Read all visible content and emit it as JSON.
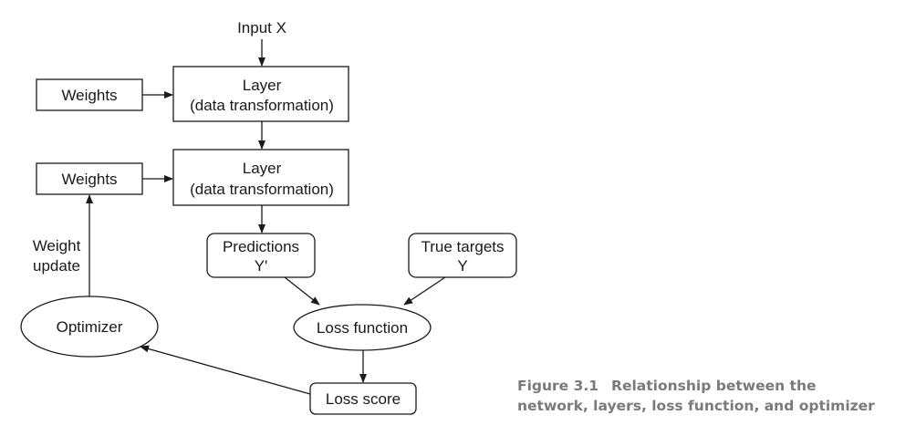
{
  "diagram": {
    "input_label": "Input X",
    "weights_1": "Weights",
    "weights_2": "Weights",
    "layer_1": {
      "line1": "Layer",
      "line2": "(data transformation)"
    },
    "layer_2": {
      "line1": "Layer",
      "line2": "(data transformation)"
    },
    "weight_update": {
      "line1": "Weight",
      "line2": "update"
    },
    "predictions": {
      "line1": "Predictions",
      "line2": "Y'"
    },
    "true_targets": {
      "line1": "True targets",
      "line2": "Y"
    },
    "optimizer": "Optimizer",
    "loss_function": "Loss function",
    "loss_score": "Loss score"
  },
  "caption": {
    "figure_number": "Figure 3.1",
    "text_line1": "Relationship between the",
    "text_line2": "network, layers, loss function, and optimizer"
  }
}
